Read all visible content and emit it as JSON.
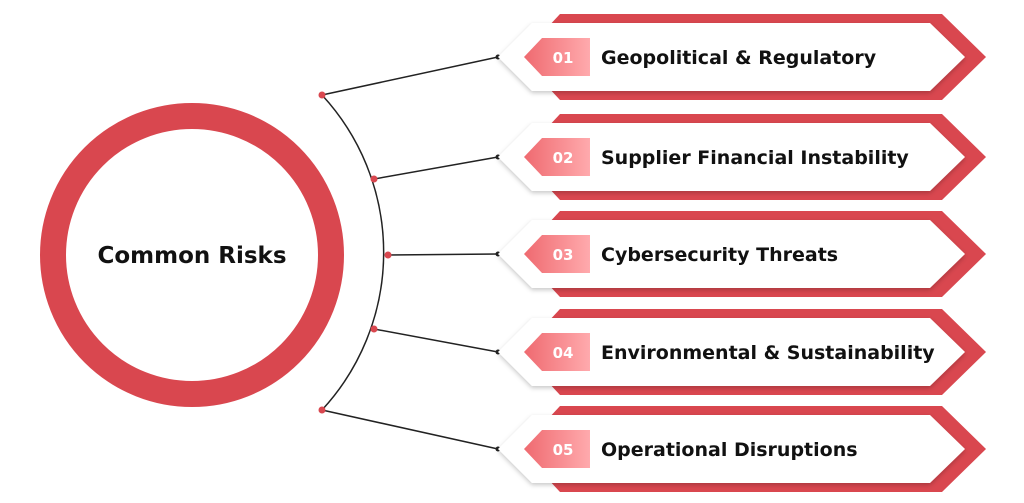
{
  "hub": {
    "label": "Common Risks"
  },
  "items": [
    {
      "number": "01",
      "label": "Geopolitical & Regulatory"
    },
    {
      "number": "02",
      "label": "Supplier Financial Instability"
    },
    {
      "number": "03",
      "label": "Cybersecurity Threats"
    },
    {
      "number": "04",
      "label": "Environmental & Sustainability"
    },
    {
      "number": "05",
      "label": "Operational Disruptions"
    }
  ],
  "colors": {
    "accent": "#d9474f",
    "accent_light": "#f58f93",
    "line": "#222222",
    "text": "#111111",
    "card": "#ffffff"
  }
}
